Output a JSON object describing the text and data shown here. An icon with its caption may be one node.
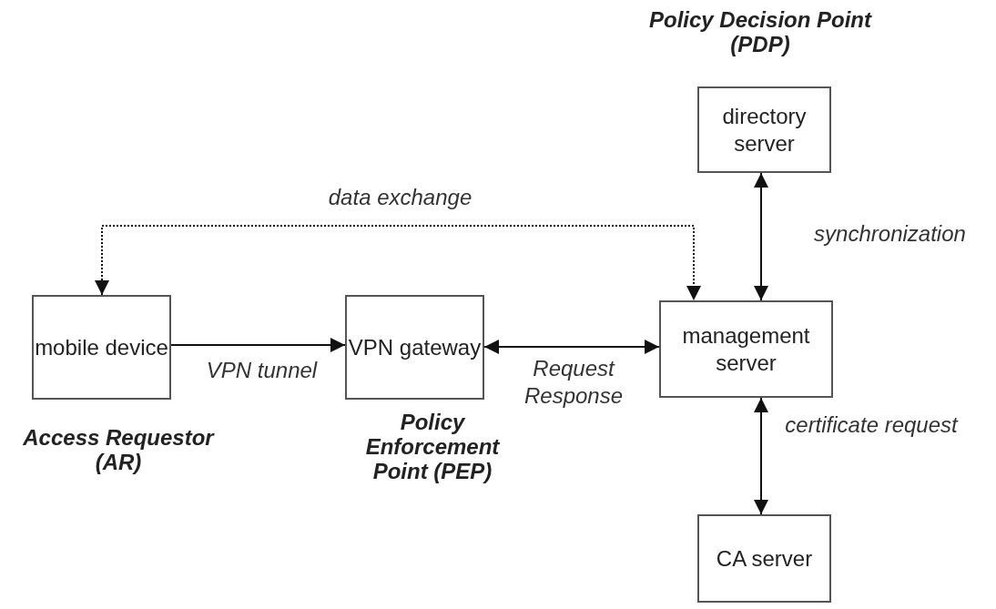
{
  "diagram": {
    "nodes": [
      {
        "text": [
          "mobile device"
        ],
        "beside": [
          "Access Requestor (AR)"
        ]
      },
      {
        "text": [
          "VPN gateway"
        ],
        "beside": [
          "Policy Enforcement Point (PEP)"
        ]
      },
      {
        "text": [
          "management server"
        ]
      },
      {
        "text": [
          "directory server"
        ],
        "beside": [
          "Policy Decision Point (PDP)"
        ]
      },
      {
        "text": [
          "CA server"
        ]
      }
    ],
    "edges": [
      {
        "from": 0,
        "to": 1,
        "arrow": "to",
        "label": "VPN tunnel"
      },
      {
        "from": 1,
        "to": 2,
        "arrow": "both",
        "label": "Request Response"
      },
      {
        "from": 0,
        "to": 2,
        "arrow": "both",
        "label": "data exchange",
        "style": "dashed"
      },
      {
        "from": 3,
        "to": 2,
        "arrow": "both",
        "label": "synchronization"
      },
      {
        "from": 2,
        "to": 4,
        "arrow": "both",
        "label": "certificate request"
      }
    ]
  }
}
